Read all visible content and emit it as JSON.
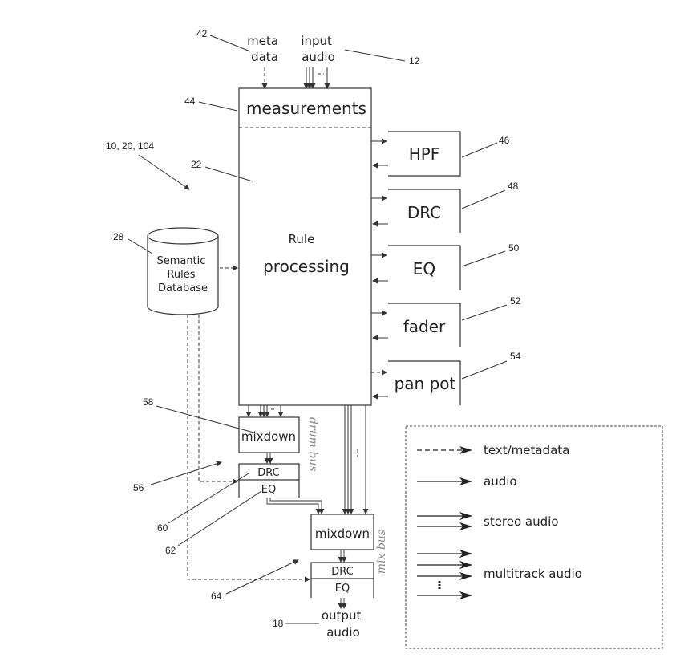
{
  "blocks": {
    "meta_data": [
      "meta",
      "data"
    ],
    "input_audio": [
      "input",
      "audio"
    ],
    "measurements": "measurements",
    "rule_processing": [
      "Rule",
      "processing"
    ],
    "database": [
      "Semantic",
      "Rules",
      "Database"
    ],
    "hpf": "HPF",
    "drc": "DRC",
    "eq": "EQ",
    "fader": "fader",
    "pan_pot": "pan pot",
    "drum_mixdown": "mixdown",
    "drum_drc": "DRC",
    "drum_eq": "EQ",
    "drum_bus": "drum bus",
    "mix_mixdown": "mixdown",
    "mix_drc": "DRC",
    "mix_eq": "EQ",
    "mix_bus": "mix bus",
    "output_audio": [
      "output",
      "audio"
    ]
  },
  "refs": {
    "r42": "42",
    "r12": "12",
    "r44": "44",
    "r10": "10, 20, 104",
    "r22": "22",
    "r28": "28",
    "r46": "46",
    "r48": "48",
    "r50": "50",
    "r52": "52",
    "r54": "54",
    "r58": "58",
    "r56": "56",
    "r60": "60",
    "r62": "62",
    "r64": "64",
    "r18": "18"
  },
  "legend": {
    "text_metadata": "text/metadata",
    "audio": "audio",
    "stereo_audio": "stereo audio",
    "multitrack_audio": "multitrack audio"
  }
}
